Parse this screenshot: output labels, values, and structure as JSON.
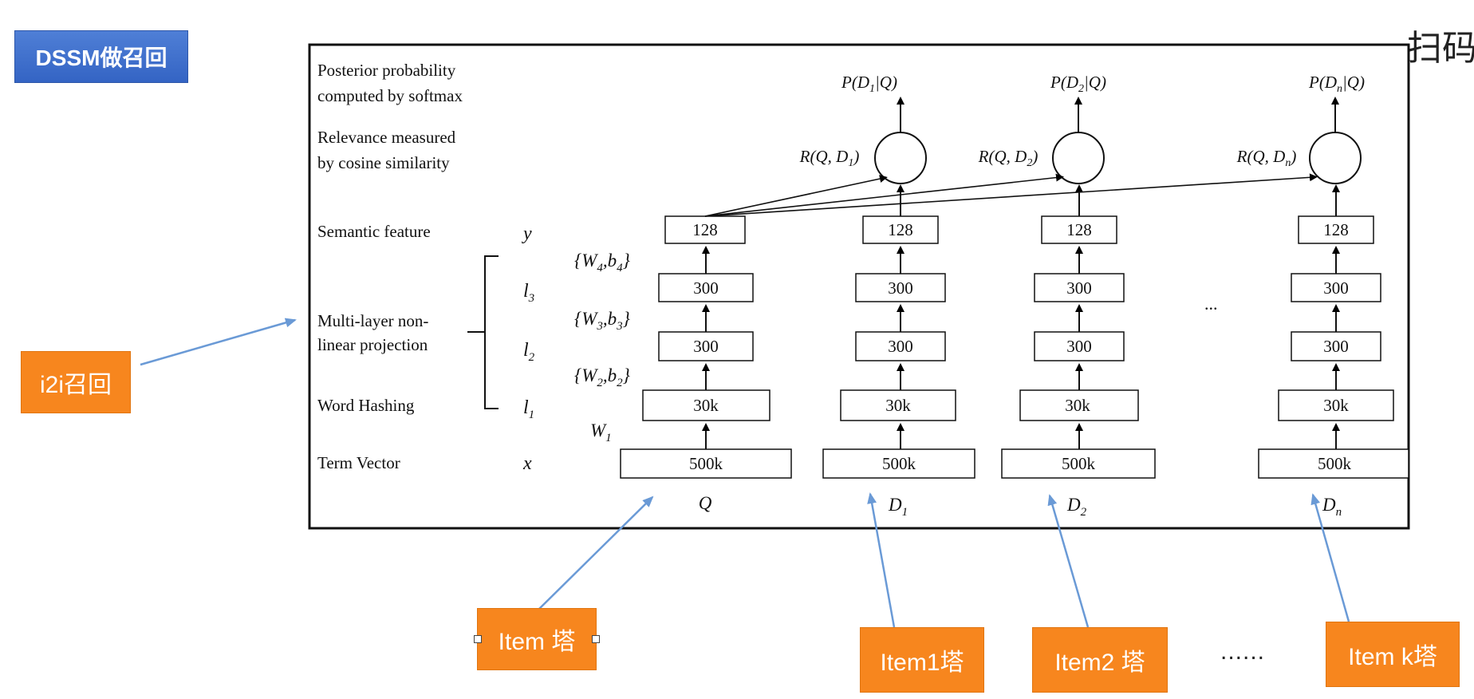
{
  "title_tag": "DSSM做召回",
  "corner_text": "扫码",
  "diagram": {
    "left_labels": {
      "posterior_1": "Posterior probability",
      "posterior_2": "computed by softmax",
      "relevance_1": "Relevance measured",
      "relevance_2": "by cosine similarity",
      "semantic": "Semantic feature",
      "multilayer_1": "Multi-layer non-",
      "multilayer_2": "linear projection",
      "word_hashing": "Word Hashing",
      "term_vector": "Term Vector"
    },
    "layer_symbols": {
      "y": "y",
      "l3": "l",
      "l3_sub": "3",
      "l2": "l",
      "l2_sub": "2",
      "l1": "l",
      "l1_sub": "1",
      "x": "x"
    },
    "weights": {
      "w4": "{W",
      "w4_sub": "4",
      "w4_mid": ",b",
      "w4_sub2": "4",
      "w4_end": "}",
      "w3": "{W",
      "w3_sub": "3",
      "w3_mid": ",b",
      "w3_sub2": "3",
      "w3_end": "}",
      "w2": "{W",
      "w2_sub": "2",
      "w2_mid": ",b",
      "w2_sub2": "2",
      "w2_end": "}",
      "w1": "W",
      "w1_sub": "1"
    },
    "box_values": {
      "y": "128",
      "l3": "300",
      "l2": "300",
      "l1": "30k",
      "x": "500k"
    },
    "columns": [
      {
        "label": "Q",
        "label_sub": ""
      },
      {
        "label": "D",
        "label_sub": "1",
        "prob": "P(D",
        "prob_sub": "1",
        "prob_end": "|Q)",
        "rel": "R(Q, D",
        "rel_sub": "1",
        "rel_end": ")"
      },
      {
        "label": "D",
        "label_sub": "2",
        "prob": "P(D",
        "prob_sub": "2",
        "prob_end": "|Q)",
        "rel": "R(Q, D",
        "rel_sub": "2",
        "rel_end": ")"
      },
      {
        "label": "D",
        "label_sub": "n",
        "prob": "P(D",
        "prob_sub": "n",
        "prob_end": "|Q)",
        "rel": "R(Q, D",
        "rel_sub": "n",
        "rel_end": ")"
      }
    ],
    "ellipsis_mid": "..."
  },
  "callouts": {
    "i2i": "i2i召回",
    "item_tower": "Item 塔",
    "item1_tower": "Item1塔",
    "item2_tower": "Item2 塔",
    "itemk_tower": "Item k塔",
    "dots": "......"
  },
  "colors": {
    "title_blue": "#3f6fcf",
    "callout_orange": "#f7861e",
    "arrow_blue": "#6a9ad6"
  }
}
